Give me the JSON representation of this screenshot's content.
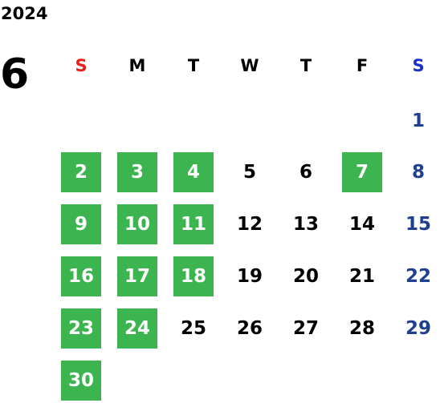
{
  "calendar": {
    "year": "2024",
    "month": "6",
    "weekdays": [
      "S",
      "M",
      "T",
      "W",
      "T",
      "F",
      "S"
    ],
    "days": [
      "1",
      "2",
      "3",
      "4",
      "5",
      "6",
      "7",
      "8",
      "9",
      "10",
      "11",
      "12",
      "13",
      "14",
      "15",
      "16",
      "17",
      "18",
      "19",
      "20",
      "21",
      "22",
      "23",
      "24",
      "25",
      "26",
      "27",
      "28",
      "29",
      "30"
    ],
    "highlighted_days": [
      "2",
      "3",
      "4",
      "7",
      "9",
      "10",
      "11",
      "16",
      "17",
      "18",
      "23",
      "24",
      "30"
    ]
  },
  "colors": {
    "highlight_bg": "#3cb550",
    "highlight_text": "#ffffff",
    "sunday_header": "#e8201a",
    "saturday_header": "#1a2fd0",
    "saturday_date": "#1f3f8f",
    "default_text": "#000000"
  }
}
